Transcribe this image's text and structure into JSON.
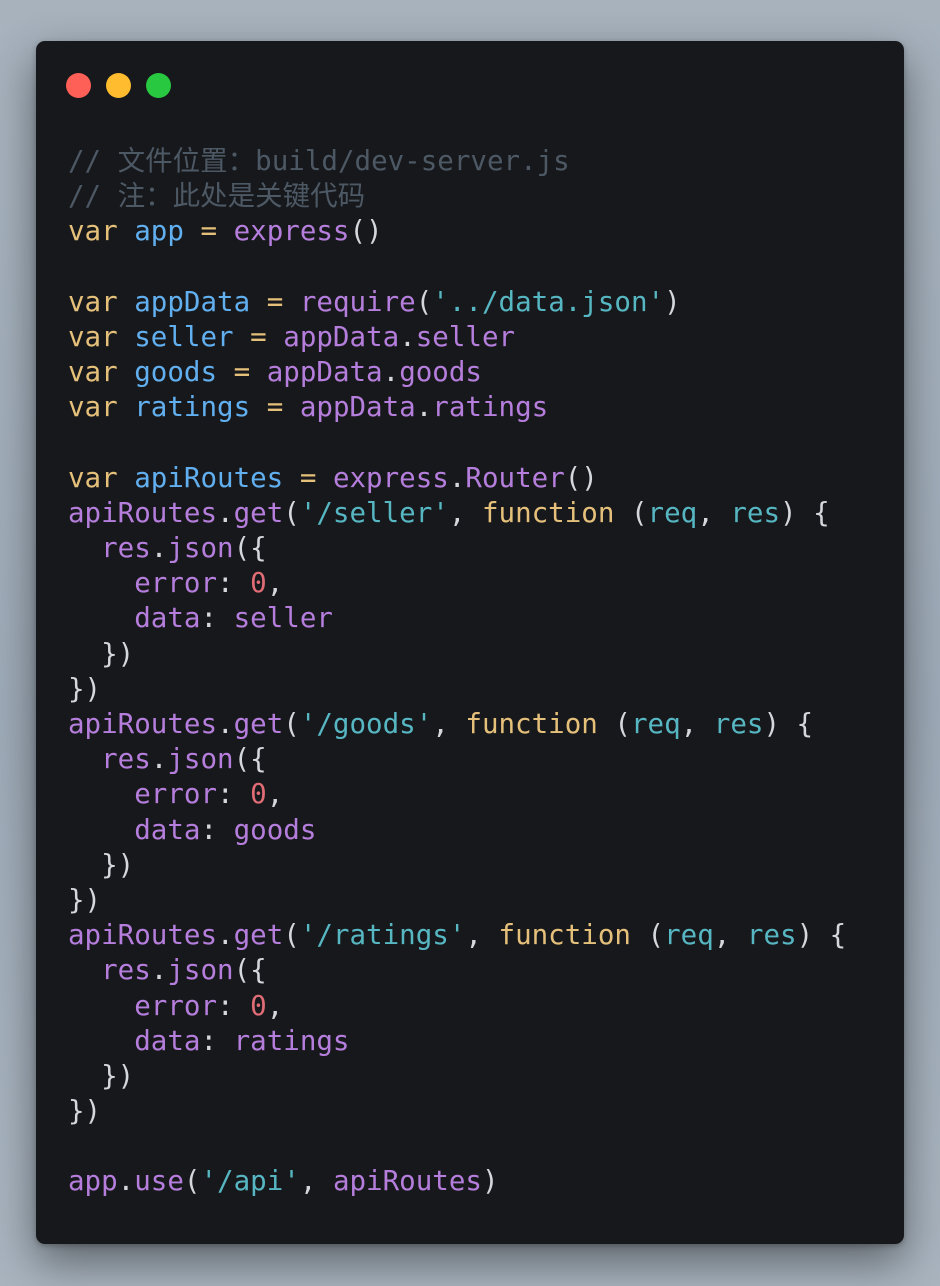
{
  "window": {
    "controls": [
      {
        "name": "close",
        "color": "#fe5f57"
      },
      {
        "name": "minimize",
        "color": "#febc2e"
      },
      {
        "name": "maximize",
        "color": "#28c840"
      }
    ]
  },
  "colors": {
    "background": "#17181b",
    "comment": "#4d5865",
    "keyword": "#e5c07b",
    "variable": "#61afef",
    "function": "#b57edc",
    "string": "#56b6c2",
    "number": "#e06c75",
    "punctuation": "#d4d7dc"
  },
  "code": {
    "lines": [
      [
        {
          "t": "cm",
          "v": "// 文件位置：build/dev-server.js"
        }
      ],
      [
        {
          "t": "cm",
          "v": "// 注：此处是关键代码"
        }
      ],
      [
        {
          "t": "kw",
          "v": "var"
        },
        {
          "t": "pu",
          "v": " "
        },
        {
          "t": "vr",
          "v": "app"
        },
        {
          "t": "pu",
          "v": " "
        },
        {
          "t": "kw",
          "v": "="
        },
        {
          "t": "pu",
          "v": " "
        },
        {
          "t": "fn",
          "v": "express"
        },
        {
          "t": "pu",
          "v": "()"
        }
      ],
      [],
      [
        {
          "t": "kw",
          "v": "var"
        },
        {
          "t": "pu",
          "v": " "
        },
        {
          "t": "vr",
          "v": "appData"
        },
        {
          "t": "pu",
          "v": " "
        },
        {
          "t": "kw",
          "v": "="
        },
        {
          "t": "pu",
          "v": " "
        },
        {
          "t": "fn",
          "v": "require"
        },
        {
          "t": "pu",
          "v": "("
        },
        {
          "t": "st",
          "v": "'../data.json'"
        },
        {
          "t": "pu",
          "v": ")"
        }
      ],
      [
        {
          "t": "kw",
          "v": "var"
        },
        {
          "t": "pu",
          "v": " "
        },
        {
          "t": "vr",
          "v": "seller"
        },
        {
          "t": "pu",
          "v": " "
        },
        {
          "t": "kw",
          "v": "="
        },
        {
          "t": "pu",
          "v": " "
        },
        {
          "t": "fn",
          "v": "appData"
        },
        {
          "t": "pu",
          "v": "."
        },
        {
          "t": "fn",
          "v": "seller"
        }
      ],
      [
        {
          "t": "kw",
          "v": "var"
        },
        {
          "t": "pu",
          "v": " "
        },
        {
          "t": "vr",
          "v": "goods"
        },
        {
          "t": "pu",
          "v": " "
        },
        {
          "t": "kw",
          "v": "="
        },
        {
          "t": "pu",
          "v": " "
        },
        {
          "t": "fn",
          "v": "appData"
        },
        {
          "t": "pu",
          "v": "."
        },
        {
          "t": "fn",
          "v": "goods"
        }
      ],
      [
        {
          "t": "kw",
          "v": "var"
        },
        {
          "t": "pu",
          "v": " "
        },
        {
          "t": "vr",
          "v": "ratings"
        },
        {
          "t": "pu",
          "v": " "
        },
        {
          "t": "kw",
          "v": "="
        },
        {
          "t": "pu",
          "v": " "
        },
        {
          "t": "fn",
          "v": "appData"
        },
        {
          "t": "pu",
          "v": "."
        },
        {
          "t": "fn",
          "v": "ratings"
        }
      ],
      [],
      [
        {
          "t": "kw",
          "v": "var"
        },
        {
          "t": "pu",
          "v": " "
        },
        {
          "t": "vr",
          "v": "apiRoutes"
        },
        {
          "t": "pu",
          "v": " "
        },
        {
          "t": "kw",
          "v": "="
        },
        {
          "t": "pu",
          "v": " "
        },
        {
          "t": "fn",
          "v": "express"
        },
        {
          "t": "pu",
          "v": "."
        },
        {
          "t": "fn",
          "v": "Router"
        },
        {
          "t": "pu",
          "v": "()"
        }
      ],
      [
        {
          "t": "fn",
          "v": "apiRoutes"
        },
        {
          "t": "pu",
          "v": "."
        },
        {
          "t": "fn",
          "v": "get"
        },
        {
          "t": "pu",
          "v": "("
        },
        {
          "t": "st",
          "v": "'/seller'"
        },
        {
          "t": "pu",
          "v": ", "
        },
        {
          "t": "kw",
          "v": "function"
        },
        {
          "t": "pu",
          "v": " ("
        },
        {
          "t": "pm",
          "v": "req"
        },
        {
          "t": "pu",
          "v": ", "
        },
        {
          "t": "pm",
          "v": "res"
        },
        {
          "t": "pu",
          "v": ") {"
        }
      ],
      [
        {
          "t": "pu",
          "v": "  "
        },
        {
          "t": "fn",
          "v": "res"
        },
        {
          "t": "pu",
          "v": "."
        },
        {
          "t": "fn",
          "v": "json"
        },
        {
          "t": "pu",
          "v": "({"
        }
      ],
      [
        {
          "t": "pu",
          "v": "    "
        },
        {
          "t": "fn",
          "v": "error"
        },
        {
          "t": "pu",
          "v": ": "
        },
        {
          "t": "nm",
          "v": "0"
        },
        {
          "t": "pu",
          "v": ","
        }
      ],
      [
        {
          "t": "pu",
          "v": "    "
        },
        {
          "t": "fn",
          "v": "data"
        },
        {
          "t": "pu",
          "v": ": "
        },
        {
          "t": "fn",
          "v": "seller"
        }
      ],
      [
        {
          "t": "pu",
          "v": "  })"
        }
      ],
      [
        {
          "t": "pu",
          "v": "})"
        }
      ],
      [
        {
          "t": "fn",
          "v": "apiRoutes"
        },
        {
          "t": "pu",
          "v": "."
        },
        {
          "t": "fn",
          "v": "get"
        },
        {
          "t": "pu",
          "v": "("
        },
        {
          "t": "st",
          "v": "'/goods'"
        },
        {
          "t": "pu",
          "v": ", "
        },
        {
          "t": "kw",
          "v": "function"
        },
        {
          "t": "pu",
          "v": " ("
        },
        {
          "t": "pm",
          "v": "req"
        },
        {
          "t": "pu",
          "v": ", "
        },
        {
          "t": "pm",
          "v": "res"
        },
        {
          "t": "pu",
          "v": ") {"
        }
      ],
      [
        {
          "t": "pu",
          "v": "  "
        },
        {
          "t": "fn",
          "v": "res"
        },
        {
          "t": "pu",
          "v": "."
        },
        {
          "t": "fn",
          "v": "json"
        },
        {
          "t": "pu",
          "v": "({"
        }
      ],
      [
        {
          "t": "pu",
          "v": "    "
        },
        {
          "t": "fn",
          "v": "error"
        },
        {
          "t": "pu",
          "v": ": "
        },
        {
          "t": "nm",
          "v": "0"
        },
        {
          "t": "pu",
          "v": ","
        }
      ],
      [
        {
          "t": "pu",
          "v": "    "
        },
        {
          "t": "fn",
          "v": "data"
        },
        {
          "t": "pu",
          "v": ": "
        },
        {
          "t": "fn",
          "v": "goods"
        }
      ],
      [
        {
          "t": "pu",
          "v": "  })"
        }
      ],
      [
        {
          "t": "pu",
          "v": "})"
        }
      ],
      [
        {
          "t": "fn",
          "v": "apiRoutes"
        },
        {
          "t": "pu",
          "v": "."
        },
        {
          "t": "fn",
          "v": "get"
        },
        {
          "t": "pu",
          "v": "("
        },
        {
          "t": "st",
          "v": "'/ratings'"
        },
        {
          "t": "pu",
          "v": ", "
        },
        {
          "t": "kw",
          "v": "function"
        },
        {
          "t": "pu",
          "v": " ("
        },
        {
          "t": "pm",
          "v": "req"
        },
        {
          "t": "pu",
          "v": ", "
        },
        {
          "t": "pm",
          "v": "res"
        },
        {
          "t": "pu",
          "v": ") {"
        }
      ],
      [
        {
          "t": "pu",
          "v": "  "
        },
        {
          "t": "fn",
          "v": "res"
        },
        {
          "t": "pu",
          "v": "."
        },
        {
          "t": "fn",
          "v": "json"
        },
        {
          "t": "pu",
          "v": "({"
        }
      ],
      [
        {
          "t": "pu",
          "v": "    "
        },
        {
          "t": "fn",
          "v": "error"
        },
        {
          "t": "pu",
          "v": ": "
        },
        {
          "t": "nm",
          "v": "0"
        },
        {
          "t": "pu",
          "v": ","
        }
      ],
      [
        {
          "t": "pu",
          "v": "    "
        },
        {
          "t": "fn",
          "v": "data"
        },
        {
          "t": "pu",
          "v": ": "
        },
        {
          "t": "fn",
          "v": "ratings"
        }
      ],
      [
        {
          "t": "pu",
          "v": "  })"
        }
      ],
      [
        {
          "t": "pu",
          "v": "})"
        }
      ],
      [],
      [
        {
          "t": "fn",
          "v": "app"
        },
        {
          "t": "pu",
          "v": "."
        },
        {
          "t": "fn",
          "v": "use"
        },
        {
          "t": "pu",
          "v": "("
        },
        {
          "t": "st",
          "v": "'/api'"
        },
        {
          "t": "pu",
          "v": ", "
        },
        {
          "t": "fn",
          "v": "apiRoutes"
        },
        {
          "t": "pu",
          "v": ")"
        }
      ]
    ]
  }
}
